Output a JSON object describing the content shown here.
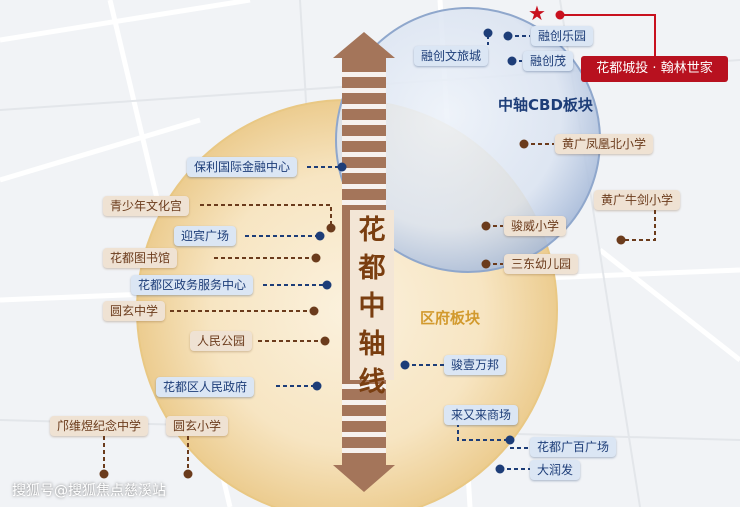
{
  "axis_title": [
    "花",
    "都",
    "中",
    "轴",
    "线"
  ],
  "zones": {
    "cbd": "中轴CBD板块",
    "government": "区府板块"
  },
  "project_label": "花都城投 · 翰林世家",
  "poi": {
    "rongchuang_paradise": "融创乐园",
    "rongchuang_culture_city": "融创文旅城",
    "rongchuang_mao": "融创茂",
    "huangguang_fenghuang_north_school": "黄广凤凰北小学",
    "poly_finance_center": "保利国际金融中心",
    "youth_palace": "青少年文化宫",
    "huangguang_niujian_school": "黄广牛剑小学",
    "yingbin_square": "迎宾广场",
    "junwei_school": "骏威小学",
    "library": "花都图书馆",
    "sandong_kindergarten": "三东幼儿园",
    "admin_service_center": "花都区政务服务中心",
    "yuanxuan_middle_school": "圆玄中学",
    "peoples_park": "人民公园",
    "junyi_wanbang": "骏壹万邦",
    "district_government": "花都区人民政府",
    "laiyoulai_mall": "来又来商场",
    "qiweixu_middle_school": "邝维煜纪念中学",
    "yuanxuan_primary_school": "圆玄小学",
    "huadu_baihuo_plaza": "花都广百广场",
    "darunfa": "大润发"
  },
  "watermark": "搜狐号@搜狐焦点慈溪站",
  "colors": {
    "cbd_label": "#dbe6f4",
    "gov_label": "#efe2d3",
    "project": "#b8111f",
    "axis": "#a4755a",
    "gov_zone_text": "#d29a2e"
  }
}
